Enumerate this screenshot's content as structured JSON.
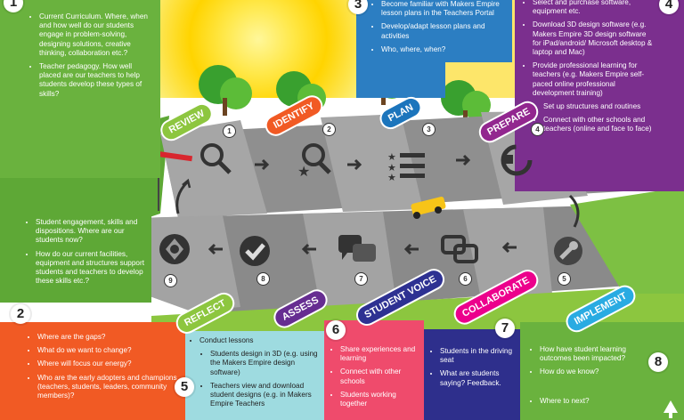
{
  "panels": {
    "p1": {
      "number": "1",
      "items": [
        "Current Curriculum. Where, when and how well do our students engage in problem-solving, designing solutions, creative thinking, collaboration etc.?",
        "Teacher pedagogy. How well placed are our teachers to help students develop these types of skills?"
      ]
    },
    "p3": {
      "number": "3",
      "items": [
        "Become familiar with Makers Empire lesson plans in the Teachers Portal",
        "Develop/adapt lesson plans and activities",
        "Who, where, when?"
      ]
    },
    "p4": {
      "number": "4",
      "items": [
        "Select and purchase software, equipment etc.",
        "Download 3D design software (e.g. Makers Empire 3D design software for iPad/android/ Microsoft desktop & laptop and Mac)",
        "Provide professional learning for teachers (e.g. Makers Empire self-paced online professional development training)"
      ],
      "subitems": [
        "Set up structures and routines",
        "Connect with other schools and teachers (online and face to face)"
      ]
    },
    "p9": {
      "items": [
        "Student engagement, skills and dispositions. Where are our students now?",
        "How do our current facilities, equipment and structures support students and teachers to develop these skills etc.?"
      ]
    },
    "p2": {
      "number": "2",
      "items": [
        "Where are the gaps?",
        "What do we want to change?",
        "Where will focus our energy?",
        "Who are the early adopters and champions (teachers, students, leaders, community members)?"
      ]
    },
    "p5": {
      "number": "5",
      "item": "Conduct lessons",
      "subitems": [
        "Students design in 3D (e.g. using the Makers Empire design software)",
        "Teachers view and download student designs (e.g. in Makers Empire Teachers"
      ]
    },
    "p6": {
      "number": "6",
      "items": [
        "Share experiences and learning",
        "Connect with other schools",
        "Students working together"
      ]
    },
    "p7": {
      "number": "7",
      "items": [
        "Students in the driving seat",
        "What are students saying? Feedback."
      ]
    },
    "p8": {
      "number": "8",
      "items": [
        "How have student learning outcomes been impacted?",
        "How do we know?",
        "Where to next?"
      ]
    }
  },
  "stages": [
    {
      "label": "REVIEW",
      "step": "1",
      "color": "#8dc63f"
    },
    {
      "label": "IDENTIFY",
      "step": "2",
      "color": "#f15a24"
    },
    {
      "label": "PLAN",
      "step": "3",
      "color": "#1c75bc"
    },
    {
      "label": "PREPARE",
      "step": "4",
      "color": "#92278f"
    },
    {
      "label": "IMPLEMENT",
      "step": "5",
      "color": "#29abe2"
    },
    {
      "label": "COLLABORATE",
      "step": "6",
      "color": "#ec008c"
    },
    {
      "label": "STUDENT VOICE",
      "step": "7",
      "color": "#2e3192"
    },
    {
      "label": "ASSESS",
      "step": "8",
      "color": "#662d91"
    },
    {
      "label": "REFLECT",
      "step": "9",
      "color": "#8dc63f"
    }
  ],
  "colors": {
    "green": "#6ab23e",
    "blue": "#2c7ec2",
    "purple": "#7b2f8e",
    "orange": "#f15a24",
    "teal": "#9edbe0",
    "pink": "#ef4b6c",
    "navy": "#2e2f8c",
    "road": "#9b9b9b"
  },
  "icons": {
    "review": "magnifier-icon",
    "identify": "magnifier-star-icon",
    "plan": "list-icon",
    "prepare": "clock-icon",
    "implement": "wrench-icon",
    "collaborate": "links-icon",
    "student_voice": "chat-icon",
    "assess": "check-icon",
    "reflect": "aperture-icon"
  }
}
